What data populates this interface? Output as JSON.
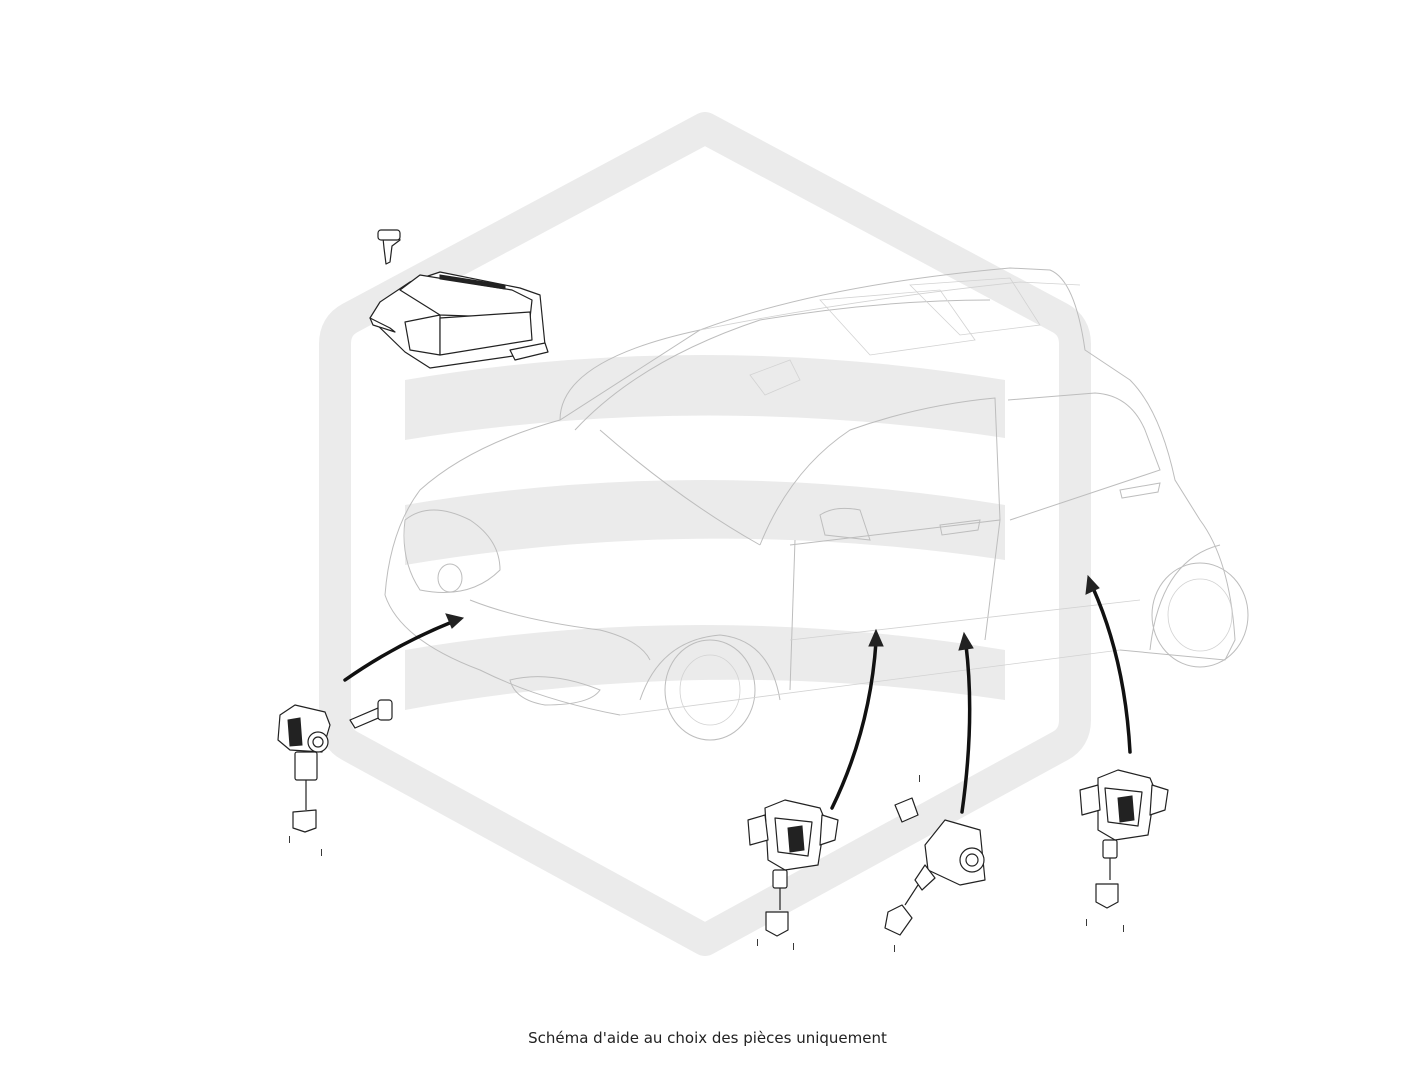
{
  "caption": "Schéma d'aide au choix des pièces uniquement",
  "colors": {
    "watermark": "#ebebeb",
    "car_outline": "#bdbdbd",
    "part_outline": "#222222",
    "arrow": "#111111",
    "background": "#ffffff"
  },
  "icons": {
    "watermark": "hexagon-s-logo",
    "control_unit": "airbag-control-unit",
    "sensor": "crash-sensor",
    "bolt": "bolt"
  },
  "parts": {
    "front_sensor": {
      "label_1": "I",
      "label_2": "I"
    },
    "front_door_sensor": {
      "label_1": "I",
      "label_2": "I"
    },
    "b_pillar_sensor": {
      "label_1": "I",
      "label_2": "I"
    },
    "rear_door_sensor": {
      "label_1": "I",
      "label_2": "I"
    }
  }
}
